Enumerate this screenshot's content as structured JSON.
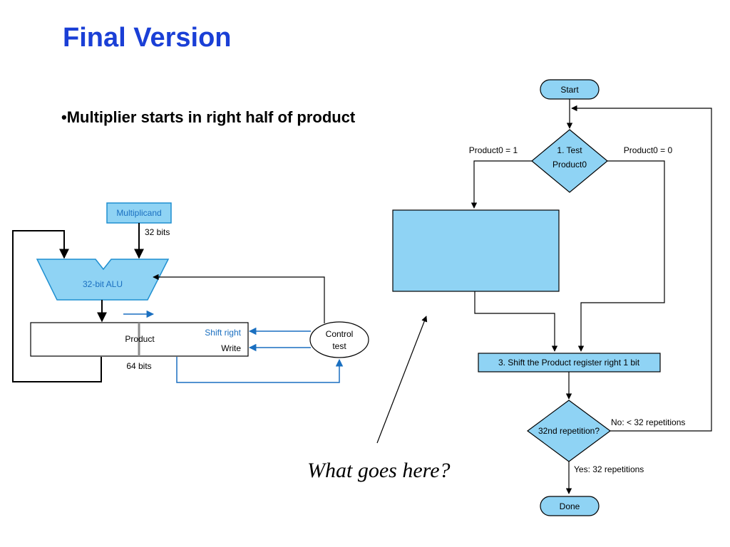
{
  "slide": {
    "title": "Final Version",
    "bullet": "•Multiplier starts in right half of product"
  },
  "hardware": {
    "multiplicand": "Multiplicand",
    "bits_32": "32 bits",
    "alu": "32-bit ALU",
    "product": "Product",
    "shift_right": "Shift right",
    "write": "Write",
    "bits_64": "64 bits",
    "control_line1": "Control",
    "control_line2": "test"
  },
  "flowchart": {
    "start": "Start",
    "test_line1": "1.  Test",
    "test_line2": "Product0",
    "branch_one": "Product0 = 1",
    "branch_zero": "Product0 = 0",
    "shift_step": "3.  Shift the Product register right 1 bit",
    "repetition": "32nd repetition?",
    "no_label": "No:  < 32 repetitions",
    "yes_label": "Yes:  32 repetitions",
    "done": "Done"
  },
  "annotation": {
    "question": "What goes here?"
  },
  "colors": {
    "title_blue": "#1a3fd6",
    "shape_fill": "#8fd3f4",
    "shape_stroke": "#1f5f8f",
    "control_line_blue": "#1a6fc0"
  }
}
